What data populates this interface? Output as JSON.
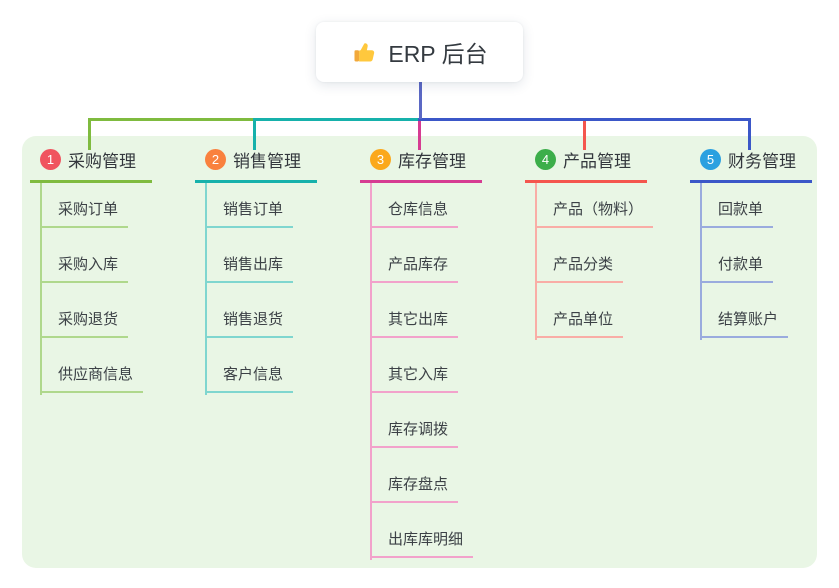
{
  "root": {
    "label": "ERP 后台",
    "icon": "thumbs-up-icon",
    "connector_color": "#5B68C4"
  },
  "panel": {
    "background": "#E9F6E5"
  },
  "branches": [
    {
      "index": "1",
      "label": "采购管理",
      "badge_color": "#F0545F",
      "line_color": "#7FBB3F",
      "child_line_color": "#AFD88C",
      "children": [
        "采购订单",
        "采购入库",
        "采购退货",
        "供应商信息"
      ]
    },
    {
      "index": "2",
      "label": "销售管理",
      "badge_color": "#F9813E",
      "line_color": "#16B1AB",
      "child_line_color": "#7FD6CF",
      "children": [
        "销售订单",
        "销售出库",
        "销售退货",
        "客户信息"
      ]
    },
    {
      "index": "3",
      "label": "库存管理",
      "badge_color": "#FBA81C",
      "line_color": "#D63C92",
      "child_line_color": "#F2A2CB",
      "children": [
        "仓库信息",
        "产品库存",
        "其它出库",
        "其它入库",
        "库存调拨",
        "库存盘点",
        "出库库明细"
      ]
    },
    {
      "index": "4",
      "label": "产品管理",
      "badge_color": "#3CAE4A",
      "line_color": "#F4564E",
      "child_line_color": "#F9ADA6",
      "children": [
        "产品（物料）",
        "产品分类",
        "产品单位"
      ]
    },
    {
      "index": "5",
      "label": "财务管理",
      "badge_color": "#2BA0E0",
      "line_color": "#3B57C8",
      "child_line_color": "#9AABDE",
      "children": [
        "回款单",
        "付款单",
        "结算账户"
      ]
    }
  ]
}
